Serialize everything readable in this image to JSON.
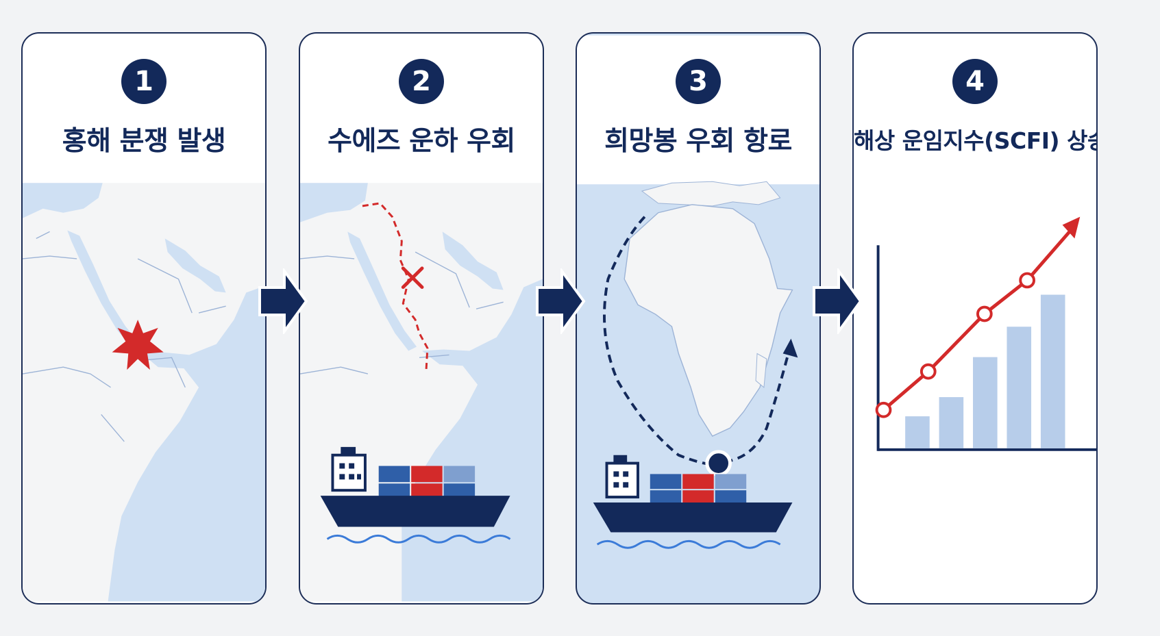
{
  "colors": {
    "navy": "#13295a",
    "sea": "#cfe0f3",
    "land": "#f4f5f6",
    "red": "#d32a2a",
    "bar": "#b7cdea"
  },
  "steps": [
    {
      "number": "1",
      "title": "홍해 분쟁 발생"
    },
    {
      "number": "2",
      "title": "수에즈 운하 우회"
    },
    {
      "number": "3",
      "title": "희망봉 우회 항로"
    },
    {
      "number": "4",
      "title": "해상 운임지수(SCFI) 상승"
    }
  ],
  "icons": {
    "explosion": "explosion-icon",
    "blocked": "x-mark-icon",
    "ship": "container-ship-icon",
    "arrow": "right-arrow-icon",
    "trend": "rising-line-chart-icon"
  },
  "chart_data": {
    "type": "bar",
    "categories": [
      "",
      "",
      "",
      "",
      ""
    ],
    "values": [
      20,
      32,
      57,
      76,
      96
    ],
    "line_values": [
      24,
      48,
      84,
      105
    ],
    "ylim": [
      0,
      110
    ],
    "grid": false,
    "title": "",
    "xlabel": "",
    "ylabel": ""
  }
}
